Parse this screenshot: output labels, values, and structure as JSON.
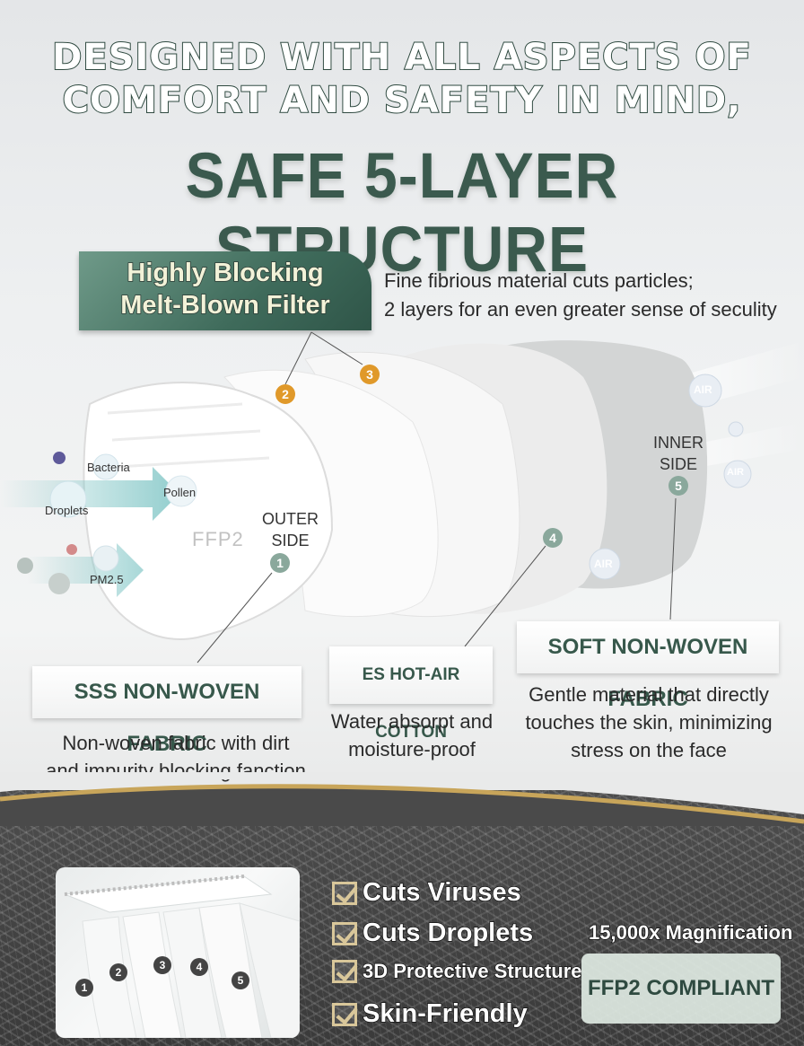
{
  "headline": {
    "line1": "DESIGNED WITH ALL ASPECTS OF",
    "line2": "COMFORT AND SAFETY IN MIND,",
    "main": "SAFE 5-LAYER STRUCTURE"
  },
  "filter_banner": {
    "line1": "Highly Blocking",
    "line2": "Melt-Blown Filter",
    "desc_line1": "Fine fibrious material cuts particles;",
    "desc_line2": "2 layers for an even greater sense of seculity",
    "layer_numbers": [
      "2",
      "3"
    ]
  },
  "diagram": {
    "particles": {
      "bacteria": "Bacteria",
      "pollen": "Pollen",
      "droplets": "Droplets",
      "pm25": "PM2.5"
    },
    "mask_mark": "FFP2",
    "outer_side": {
      "line1": "OUTER",
      "line2": "SIDE",
      "number": "1"
    },
    "inner_side": {
      "line1": "INNER",
      "line2": "SIDE",
      "number": "5"
    },
    "cotton_number": "4",
    "air_label": "AIR"
  },
  "layers": {
    "sss": {
      "title": "SSS NON-WOVEN FABRIC",
      "desc_line1": "Non-woven fabric with dirt",
      "desc_line2": "and impurity blocking fanction"
    },
    "es": {
      "title": "ES HOT-AIR COTTON",
      "desc_line1": "Water absorpt and",
      "desc_line2": "moisture-proof"
    },
    "soft": {
      "title": "SOFT NON-WOVEN FABRIC",
      "desc_line1": "Gentle material that directly",
      "desc_line2": "touches the skin, minimizing",
      "desc_line3": "stress on the face"
    }
  },
  "bottom": {
    "photo_numbers": [
      "1",
      "2",
      "3",
      "4",
      "5"
    ],
    "checklist": [
      "Cuts Viruses",
      "Cuts Droplets",
      "3D Protective Structure",
      "Skin-Friendly"
    ],
    "magnification": "15,000x Magnification",
    "compliance": "FFP2 COMPLIANT"
  },
  "colors": {
    "brand_green": "#3b5a4e",
    "accent_orange": "#e0992a",
    "gold": "#c8a55a"
  }
}
